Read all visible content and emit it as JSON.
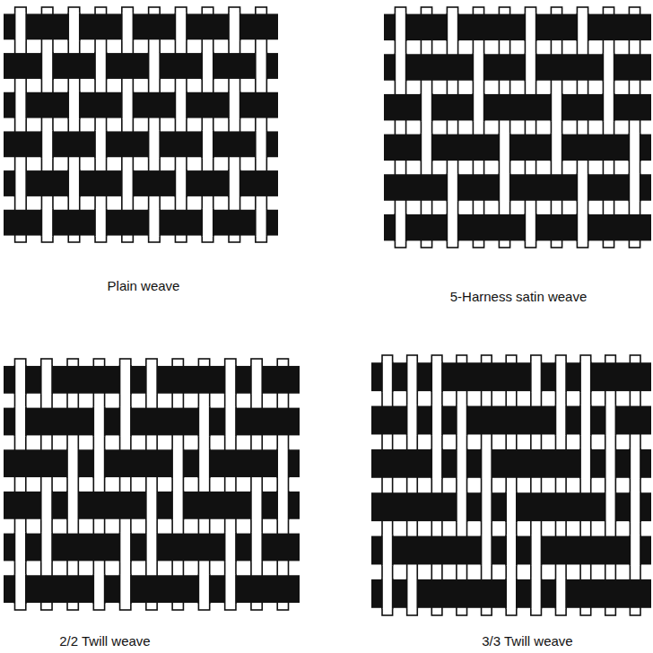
{
  "diagram": {
    "labels": [
      "Plain weave",
      "5-Harness satin weave",
      "2/2 Twill weave",
      "3/3 Twill weave"
    ]
  }
}
